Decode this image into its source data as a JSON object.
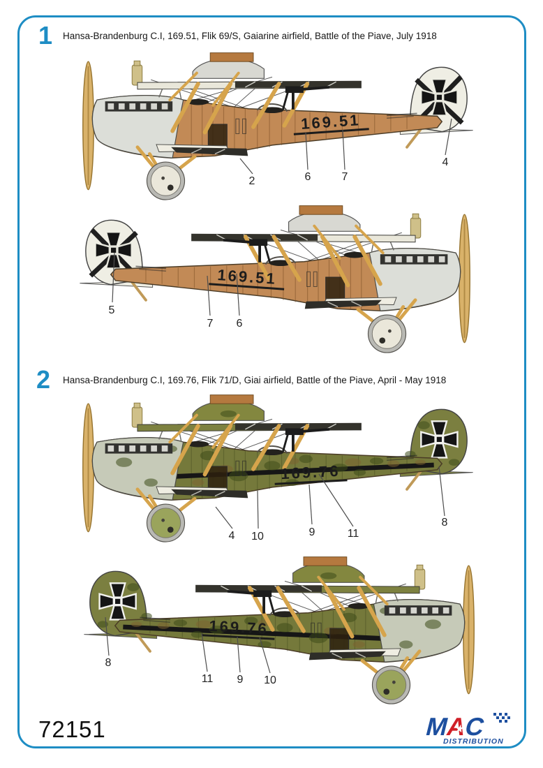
{
  "page": {
    "kit_number": "72151"
  },
  "colors": {
    "accent_blue": "#1e8dc4",
    "wood_fuselage": "#c28a56",
    "camo_green": "#75793b",
    "logo_blue": "#1d4f9f",
    "logo_red": "#d01f27"
  },
  "schemes": [
    {
      "number": "1",
      "caption": "Hansa-Brandenburg C.I, 169.51, Flik 69/S, Gaiarine airfield, Battle of the Piave, July 1918",
      "serial": "169.51",
      "views": [
        {
          "side": "left",
          "callouts": [
            "2",
            "6",
            "7",
            "4"
          ]
        },
        {
          "side": "right",
          "callouts": [
            "5",
            "7",
            "6"
          ]
        }
      ]
    },
    {
      "number": "2",
      "caption": "Hansa-Brandenburg C.I, 169.76, Flik 71/D, Giai airfield, Battle of the Piave, April - May 1918",
      "serial": "169.76",
      "views": [
        {
          "side": "left",
          "callouts": [
            "4",
            "10",
            "9",
            "11",
            "8"
          ]
        },
        {
          "side": "right",
          "callouts": [
            "8",
            "11",
            "9",
            "10"
          ]
        }
      ]
    }
  ],
  "logo": {
    "letters": [
      "M",
      "A",
      "C"
    ],
    "subtitle": "DISTRIBUTION"
  }
}
